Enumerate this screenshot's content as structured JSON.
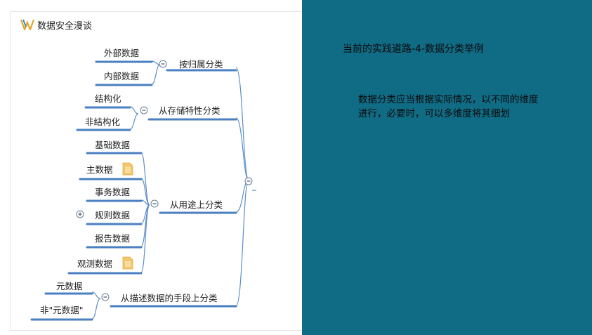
{
  "brand": {
    "name": "数据安全漫谈",
    "logo_icon": "w-logo-icon"
  },
  "slide": {
    "title": "当前的实践道路-4-数据分类举例",
    "description": "数据分类应当根据实际情况，以不同的维度进行，必要时，可以多维度将其细划"
  },
  "mindmap": {
    "branches": [
      {
        "label": "按归属分类",
        "children": [
          "外部数据",
          "内部数据"
        ]
      },
      {
        "label": "从存储特性分类",
        "children": [
          "结构化",
          "非结构化"
        ]
      },
      {
        "label": "从用途上分类",
        "children": [
          "基础数据",
          "主数据",
          "事务数据",
          "规则数据",
          "报告数据",
          "观测数据"
        ]
      },
      {
        "label": "从描述数据的手段上分类",
        "children": [
          "元数据",
          "非\"元数据\""
        ]
      }
    ]
  },
  "colors": {
    "panel": "#106b85",
    "connector": "#5b8fc9",
    "underline": "#4a7fc1",
    "note": "#f4c86a"
  }
}
